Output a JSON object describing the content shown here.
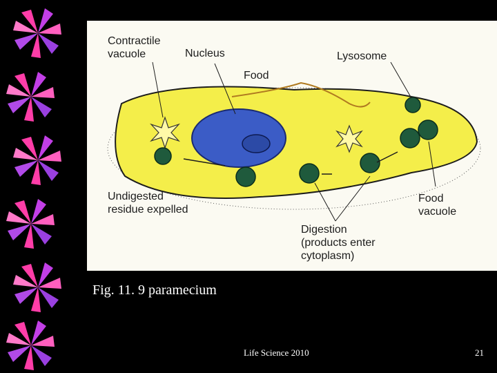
{
  "figure": {
    "labels": {
      "contractile_vacuole": "Contractile\nvacuole",
      "nucleus": "Nucleus",
      "food": "Food",
      "lysosome": "Lysosome",
      "undigested": "Undigested\nresidue expelled",
      "food_vacuole": "Food\nvacuole",
      "digestion": "Digestion\n(products enter\ncytoplasm)"
    }
  },
  "caption": "Fig. 11. 9 paramecium",
  "footer": "Life Science 2010",
  "page_number": "21",
  "colors": {
    "background": "#000000",
    "cytoplasm": "#f4ee4a",
    "nucleus": "#3b5cc6",
    "vacuole": "#1f5a3c",
    "pinwheel_pink": "#ff3da8",
    "pinwheel_purple": "#9a40e0"
  }
}
